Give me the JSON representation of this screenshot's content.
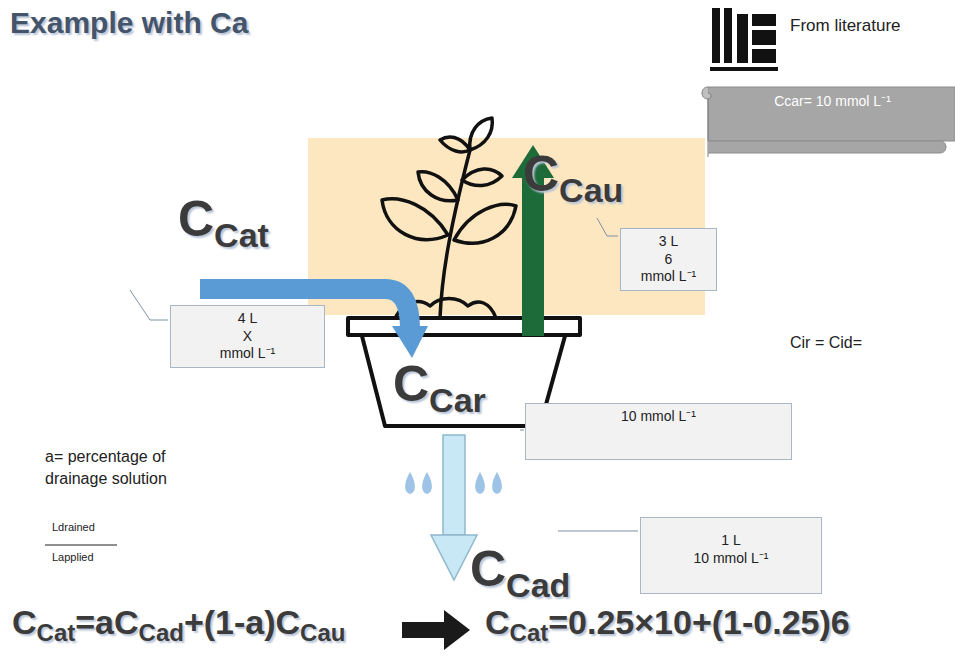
{
  "diagram": {
    "title": "Example with Ca",
    "nodes": [
      {
        "text": [
          "Ccar= 10 mmol L⁻¹"
        ]
      },
      {
        "text": [
          "3 L",
          "6",
          "mmol L⁻¹"
        ]
      },
      {
        "text": [
          "4 L",
          "X",
          "mmol L⁻¹"
        ]
      },
      {
        "text": [
          "10 mmol L⁻¹"
        ]
      },
      {
        "text": [
          "1 L",
          "10 mmol L⁻¹"
        ]
      }
    ],
    "labels": [
      "From literature",
      "C",
      "Cat",
      "C",
      "Cau",
      "C",
      "Car",
      "C",
      "Cad",
      "Cir = Cid=",
      "a= percentage of drainage solution",
      "Ldrained",
      "Lapplied",
      "C",
      "Cat",
      "=aC",
      "Cad",
      "+(1-a)C",
      "Cau",
      "C",
      "Cat",
      "=0.25×10+(1-0.25)6"
    ]
  }
}
